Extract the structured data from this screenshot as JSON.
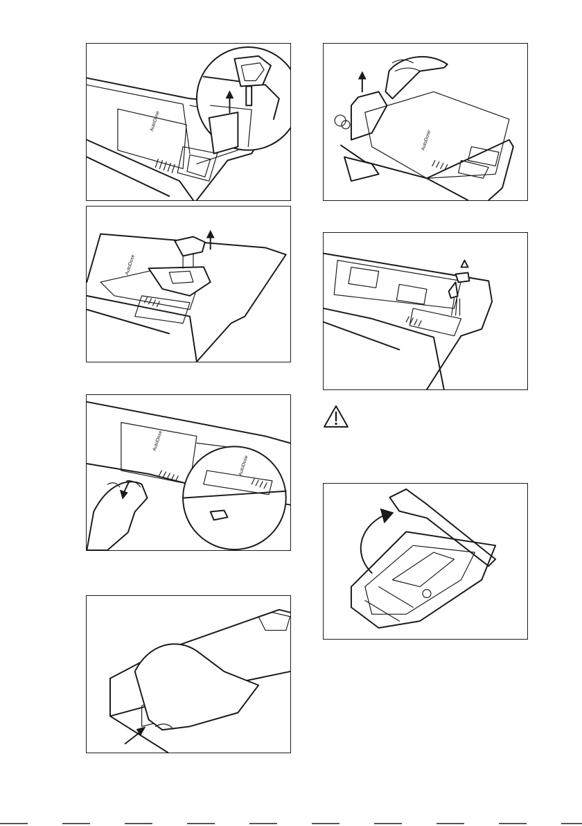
{
  "panels": {
    "p1": {
      "label_lines": [
        "AutoDose"
      ],
      "icons": [
        "bottle-icon",
        "snowflake-icon"
      ]
    },
    "p2": {
      "label_lines": [
        "AutoDose"
      ]
    },
    "p3": {
      "label_lines": [
        "AutoDose"
      ]
    },
    "p4": {
      "label_lines": []
    },
    "p5": {
      "label_lines": [
        "AutoDose"
      ]
    },
    "p6": {
      "label_lines": []
    },
    "p7": {
      "label_lines": []
    }
  },
  "logo_text": "AutoDose",
  "icons": {
    "warning": "warning-triangle-icon",
    "arrow": "arrow-up-icon"
  },
  "colors": {
    "ink": "#1a1a1a",
    "paper": "#ffffff"
  }
}
